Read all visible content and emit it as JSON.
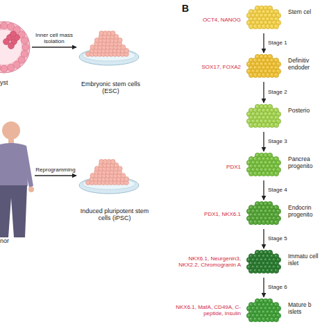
{
  "diagram": {
    "nodes": [
      {
        "text": [
          "yst"
        ]
      },
      {
        "text": [
          "Embryonic stem cells (ESC)"
        ]
      },
      {
        "text": [
          "nor"
        ]
      },
      {
        "text": [
          "Induced pluripotent stem cells (iPSC)"
        ]
      },
      {
        "text": [
          "OCT4, NANOG",
          "Stem cel"
        ]
      },
      {
        "text": [
          "SOX17, FOXA2",
          "Definitiv endoder"
        ]
      },
      {
        "text": [
          "Posterio"
        ]
      },
      {
        "text": [
          "PDX1",
          "Pancrea progenito"
        ]
      },
      {
        "text": [
          "PDX1, NKX6.1",
          "Endocrin progenito"
        ]
      },
      {
        "text": [
          "NKX6.1, Neurgenin3, NKX2.2, Chromogranin A",
          "Immatu cell islet"
        ]
      },
      {
        "text": [
          "NKX6.1, MafA, CD49A, C-peptide, Insulin",
          "Mature b islets"
        ]
      }
    ],
    "edges": [
      {
        "from": 0,
        "to": 1,
        "arrow": "to",
        "label": "Inner cell mass isolation"
      },
      {
        "from": 2,
        "to": 3,
        "arrow": "to",
        "label": "Reprogramming"
      },
      {
        "from": 4,
        "to": 5,
        "arrow": "to",
        "label": "Stage 1"
      },
      {
        "from": 5,
        "to": 6,
        "arrow": "to",
        "label": "Stage 2"
      },
      {
        "from": 6,
        "to": 7,
        "arrow": "to",
        "label": "Stage 3"
      },
      {
        "from": 7,
        "to": 8,
        "arrow": "to",
        "label": "Stage 4"
      },
      {
        "from": 8,
        "to": 9,
        "arrow": "to",
        "label": "Stage 5"
      },
      {
        "from": 9,
        "to": 10,
        "arrow": "to",
        "label": "Stage 6"
      }
    ],
    "labels": [
      "B"
    ]
  }
}
